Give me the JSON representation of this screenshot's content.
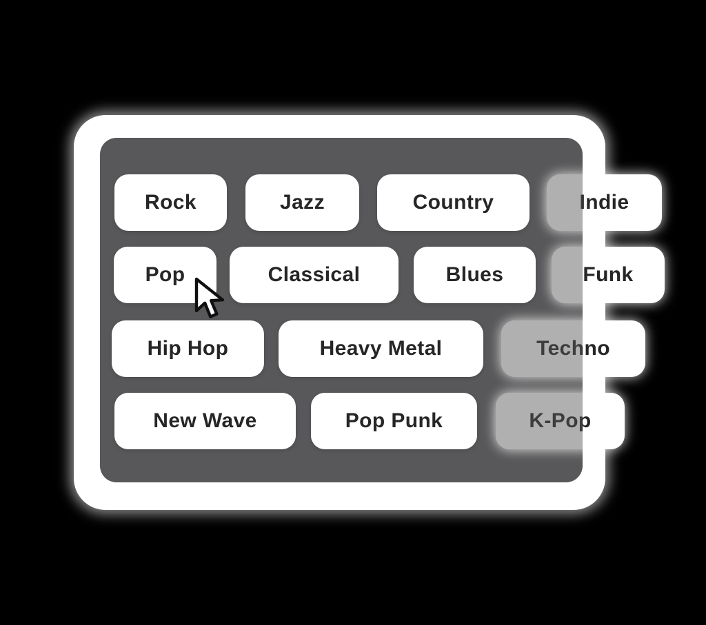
{
  "app": {
    "name": "music-genre-picker",
    "description": "genre selection pill grid"
  },
  "colors": {
    "background": "#000000",
    "panel": "#58585a",
    "card_glow": "#ffffff",
    "pill_background": "#ffffff",
    "pill_text": "#262626",
    "faded_overlay": "rgba(88,88,90,0.47)"
  },
  "pills": [
    {
      "label": "Rock",
      "state": "solid"
    },
    {
      "label": "Jazz",
      "state": "solid"
    },
    {
      "label": "Country",
      "state": "solid"
    },
    {
      "label": "Indie",
      "state": "faded"
    },
    {
      "label": "Pop",
      "state": "solid"
    },
    {
      "label": "Classical",
      "state": "solid"
    },
    {
      "label": "Blues",
      "state": "solid"
    },
    {
      "label": "Funk",
      "state": "faded"
    },
    {
      "label": "Hip Hop",
      "state": "solid"
    },
    {
      "label": "Heavy Metal",
      "state": "solid"
    },
    {
      "label": "Techno",
      "state": "faded"
    },
    {
      "label": "New Wave",
      "state": "solid"
    },
    {
      "label": "Pop Punk",
      "state": "solid"
    },
    {
      "label": "K-Pop",
      "state": "faded"
    }
  ],
  "cursor": {
    "icon": "arrow-pointer",
    "over": "Pop"
  }
}
